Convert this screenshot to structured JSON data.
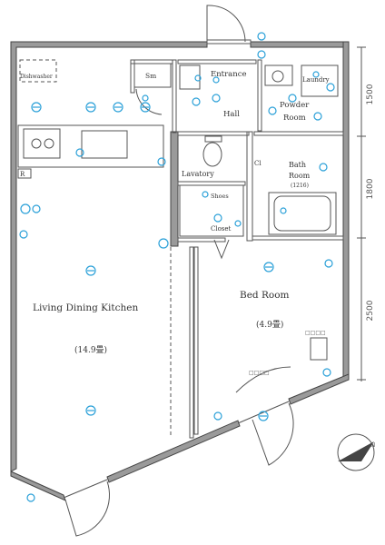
{
  "rooms": {
    "living": "Living Dining Kitchen",
    "living_area": "(14.9畳)",
    "bedroom": "Bed Room",
    "bedroom_area": "(4.9畳)",
    "entrance": "Entrance",
    "hall": "Hall",
    "powder_line1": "Powder",
    "powder_line2": "Room",
    "bath_line1": "Bath",
    "bath_line2": "Room",
    "bath_size": "(1216)",
    "lavatory": "Lavatory",
    "shoes_line1": "Shoes",
    "shoes_line2": "Closet",
    "laundry": "Laundry",
    "dishwasher": "Dishwasher"
  },
  "labels": {
    "sm": "Sm",
    "ref": "R",
    "wc": "Cl"
  },
  "dimensions": [
    "1500",
    "1800",
    "2500"
  ],
  "compass": "N"
}
